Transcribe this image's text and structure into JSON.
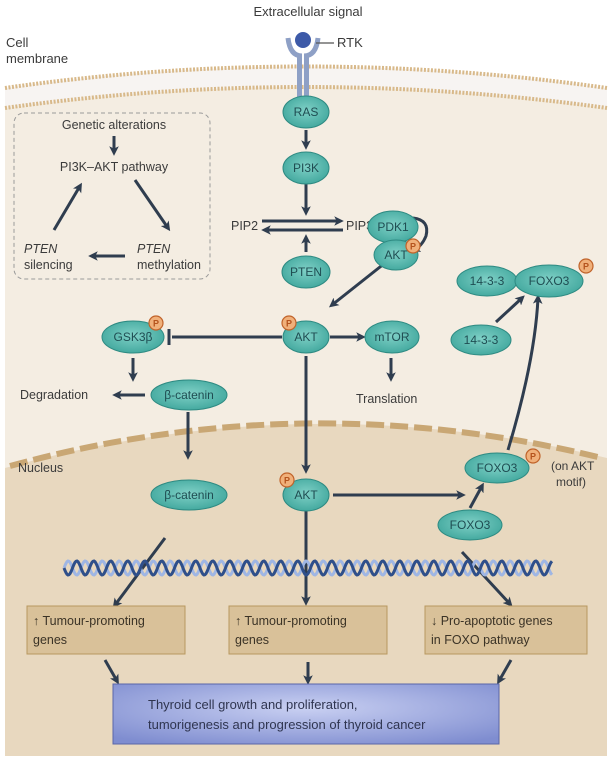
{
  "labels": {
    "extracellular_signal": "Extracellular signal",
    "rtk": "RTK",
    "cell_membrane_line1": "Cell",
    "cell_membrane_line2": "membrane",
    "nucleus": "Nucleus",
    "pip2": "PIP2",
    "pip3": "PIP3",
    "degradation": "Degradation",
    "translation": "Translation",
    "on_akt_motif_line1": "(on AKT",
    "on_akt_motif_line2": "motif)"
  },
  "feedback_loop": {
    "genetic_alterations": "Genetic alterations",
    "pathway": "PI3K–AKT pathway",
    "pten_methylation_gene": "PTEN",
    "pten_methylation_word": "methylation",
    "pten_silencing_gene": "PTEN",
    "pten_silencing_word": "silencing"
  },
  "nodes": {
    "ras": "RAS",
    "pi3k": "PI3K",
    "pten": "PTEN",
    "pdk1": "PDK1",
    "akt_membrane": "AKT",
    "akt_cytoplasm": "AKT",
    "gsk3b": "GSK3β",
    "mtor": "mTOR",
    "beta_catenin_cyto": "β-catenin",
    "beta_catenin_nuc": "β-catenin",
    "akt_nucleus": "AKT",
    "foxo3_p_nucleus": "FOXO3",
    "foxo3_nucleus": "FOXO3",
    "complex_1433": "14-3-3",
    "complex_foxo3": "FOXO3",
    "free_1433": "14-3-3",
    "phospho": "P"
  },
  "gene_boxes": [
    {
      "line1": "↑ Tumour-promoting",
      "line2": "genes"
    },
    {
      "line1": "↑ Tumour-promoting",
      "line2": "genes"
    },
    {
      "line1": "↓ Pro-apoptotic genes",
      "line2": "in FOXO pathway"
    }
  ],
  "outcome": {
    "line1": "Thyroid cell growth and proliferation,",
    "line2": "tumorigenesis and progression of thyroid cancer"
  },
  "colors": {
    "node_fill": "#4fb3a9",
    "node_stroke": "#2e8a82",
    "phospho_fill": "#f0b07a",
    "cytoplasm": "#f3ebdf",
    "nucleus": "#e6d4b8",
    "gene_box": "#d9bf95",
    "outcome_box": "#8b97d6",
    "arrow": "#2f3d4f"
  }
}
